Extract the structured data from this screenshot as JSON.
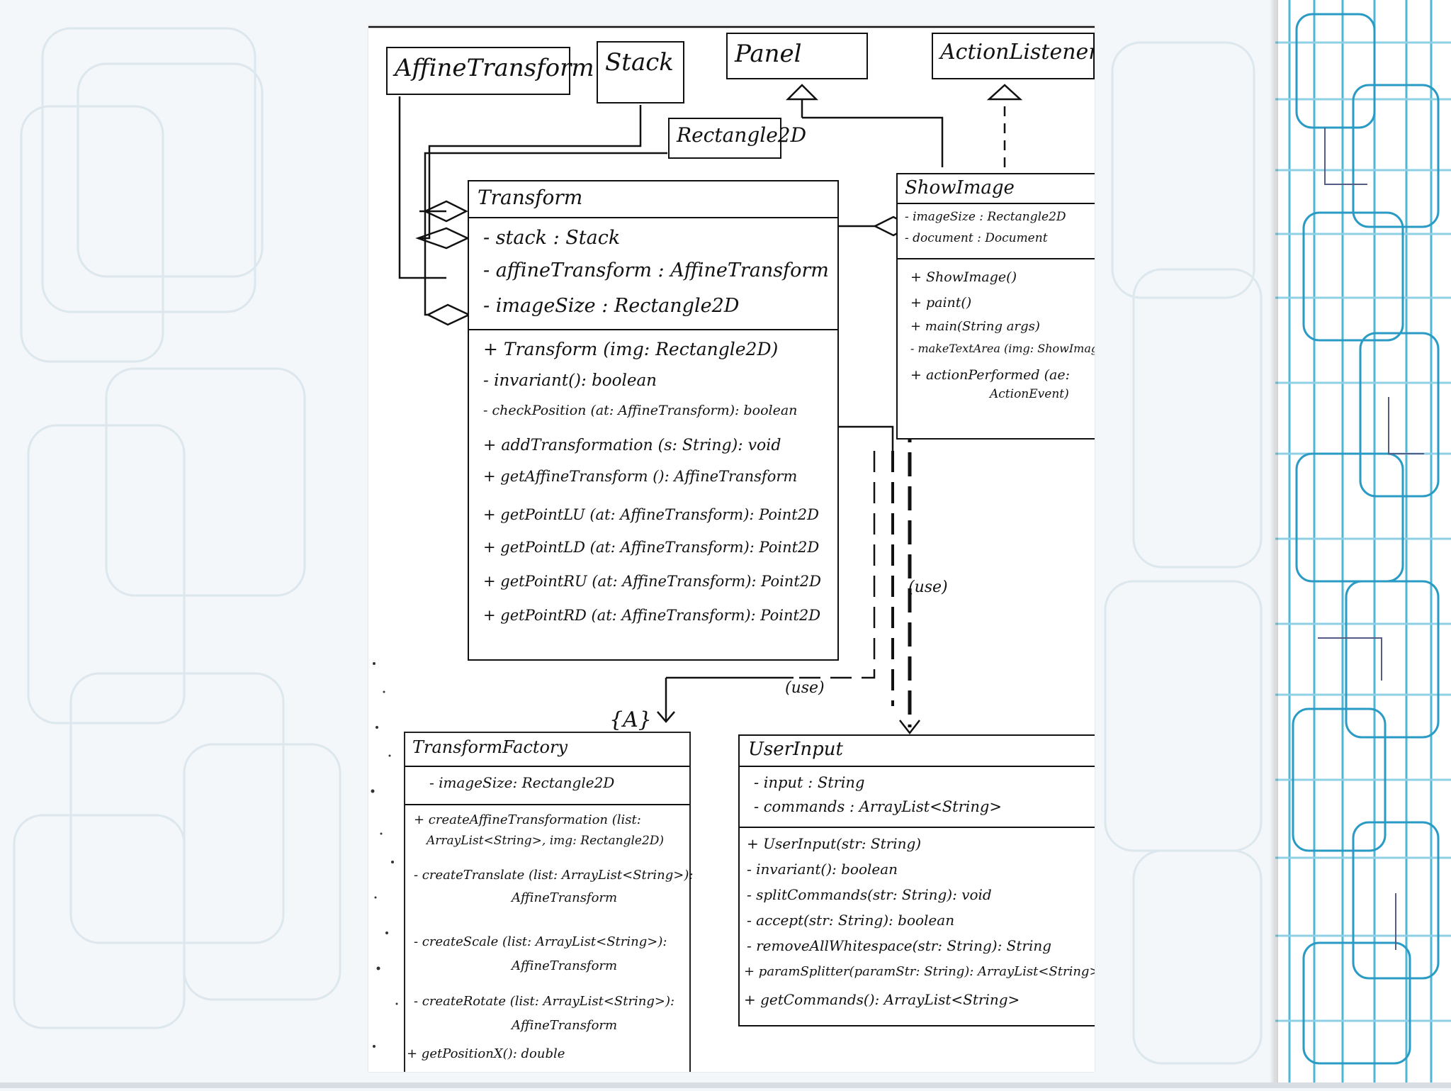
{
  "diagram": {
    "classes": {
      "affine_transform": {
        "name": "AffineTransform"
      },
      "stack": {
        "name": "Stack"
      },
      "panel": {
        "name": "Panel"
      },
      "action_listener": {
        "name": "ActionListener"
      },
      "rectangle2d": {
        "name": "Rectangle2D"
      },
      "transform": {
        "name": "Transform",
        "attributes": [
          "- stack : Stack",
          "- affineTransform : AffineTransform",
          "- imageSize : Rectangle2D"
        ],
        "methods": [
          "+ Transform (img: Rectangle2D)",
          "- invariant(): boolean",
          "- checkPosition (at: AffineTransform): boolean",
          "+ addTransformation (s: String): void",
          "+ getAffineTransform (): AffineTransform",
          "+ getPointLU (at: AffineTransform): Point2D",
          "+ getPointLD (at: AffineTransform): Point2D",
          "+ getPointRU (at: AffineTransform): Point2D",
          "+ getPointRD (at: AffineTransform): Point2D"
        ]
      },
      "show_image": {
        "name": "ShowImage",
        "attributes": [
          "- imageSize : Rectangle2D",
          "- document : Document"
        ],
        "methods": [
          "+ ShowImage()",
          "+ paint()",
          "+ main(String args)",
          "- makeTextArea (img: ShowImage)",
          "+ actionPerformed (ae:",
          "ActionEvent)"
        ]
      },
      "transform_factory": {
        "name": "TransformFactory",
        "stereotype": "{A}",
        "attributes": [
          "- imageSize: Rectangle2D"
        ],
        "methods": [
          "+ createAffineTransformation (list:",
          "ArrayList<String>, img: Rectangle2D)",
          "- createTranslate (list: ArrayList<String>):",
          "AffineTransform",
          "- createScale (list: ArrayList<String>):",
          "AffineTransform",
          "- createRotate (list: ArrayList<String>):",
          "AffineTransform",
          "+ getPositionX(): double"
        ]
      },
      "user_input": {
        "name": "UserInput",
        "attributes": [
          "- input : String",
          "- commands : ArrayList<String>"
        ],
        "methods": [
          "+ UserInput(str: String)",
          "- invariant(): boolean",
          "- splitCommands(str: String): void",
          "- accept(str: String): boolean",
          "- removeAllWhitespace(str: String): String",
          "+ paramSplitter(paramStr: String): ArrayList<String>",
          "+ getCommands(): ArrayList<String>"
        ]
      }
    },
    "labels": {
      "use_right": "(use)",
      "use_bottom": "(use)"
    }
  }
}
